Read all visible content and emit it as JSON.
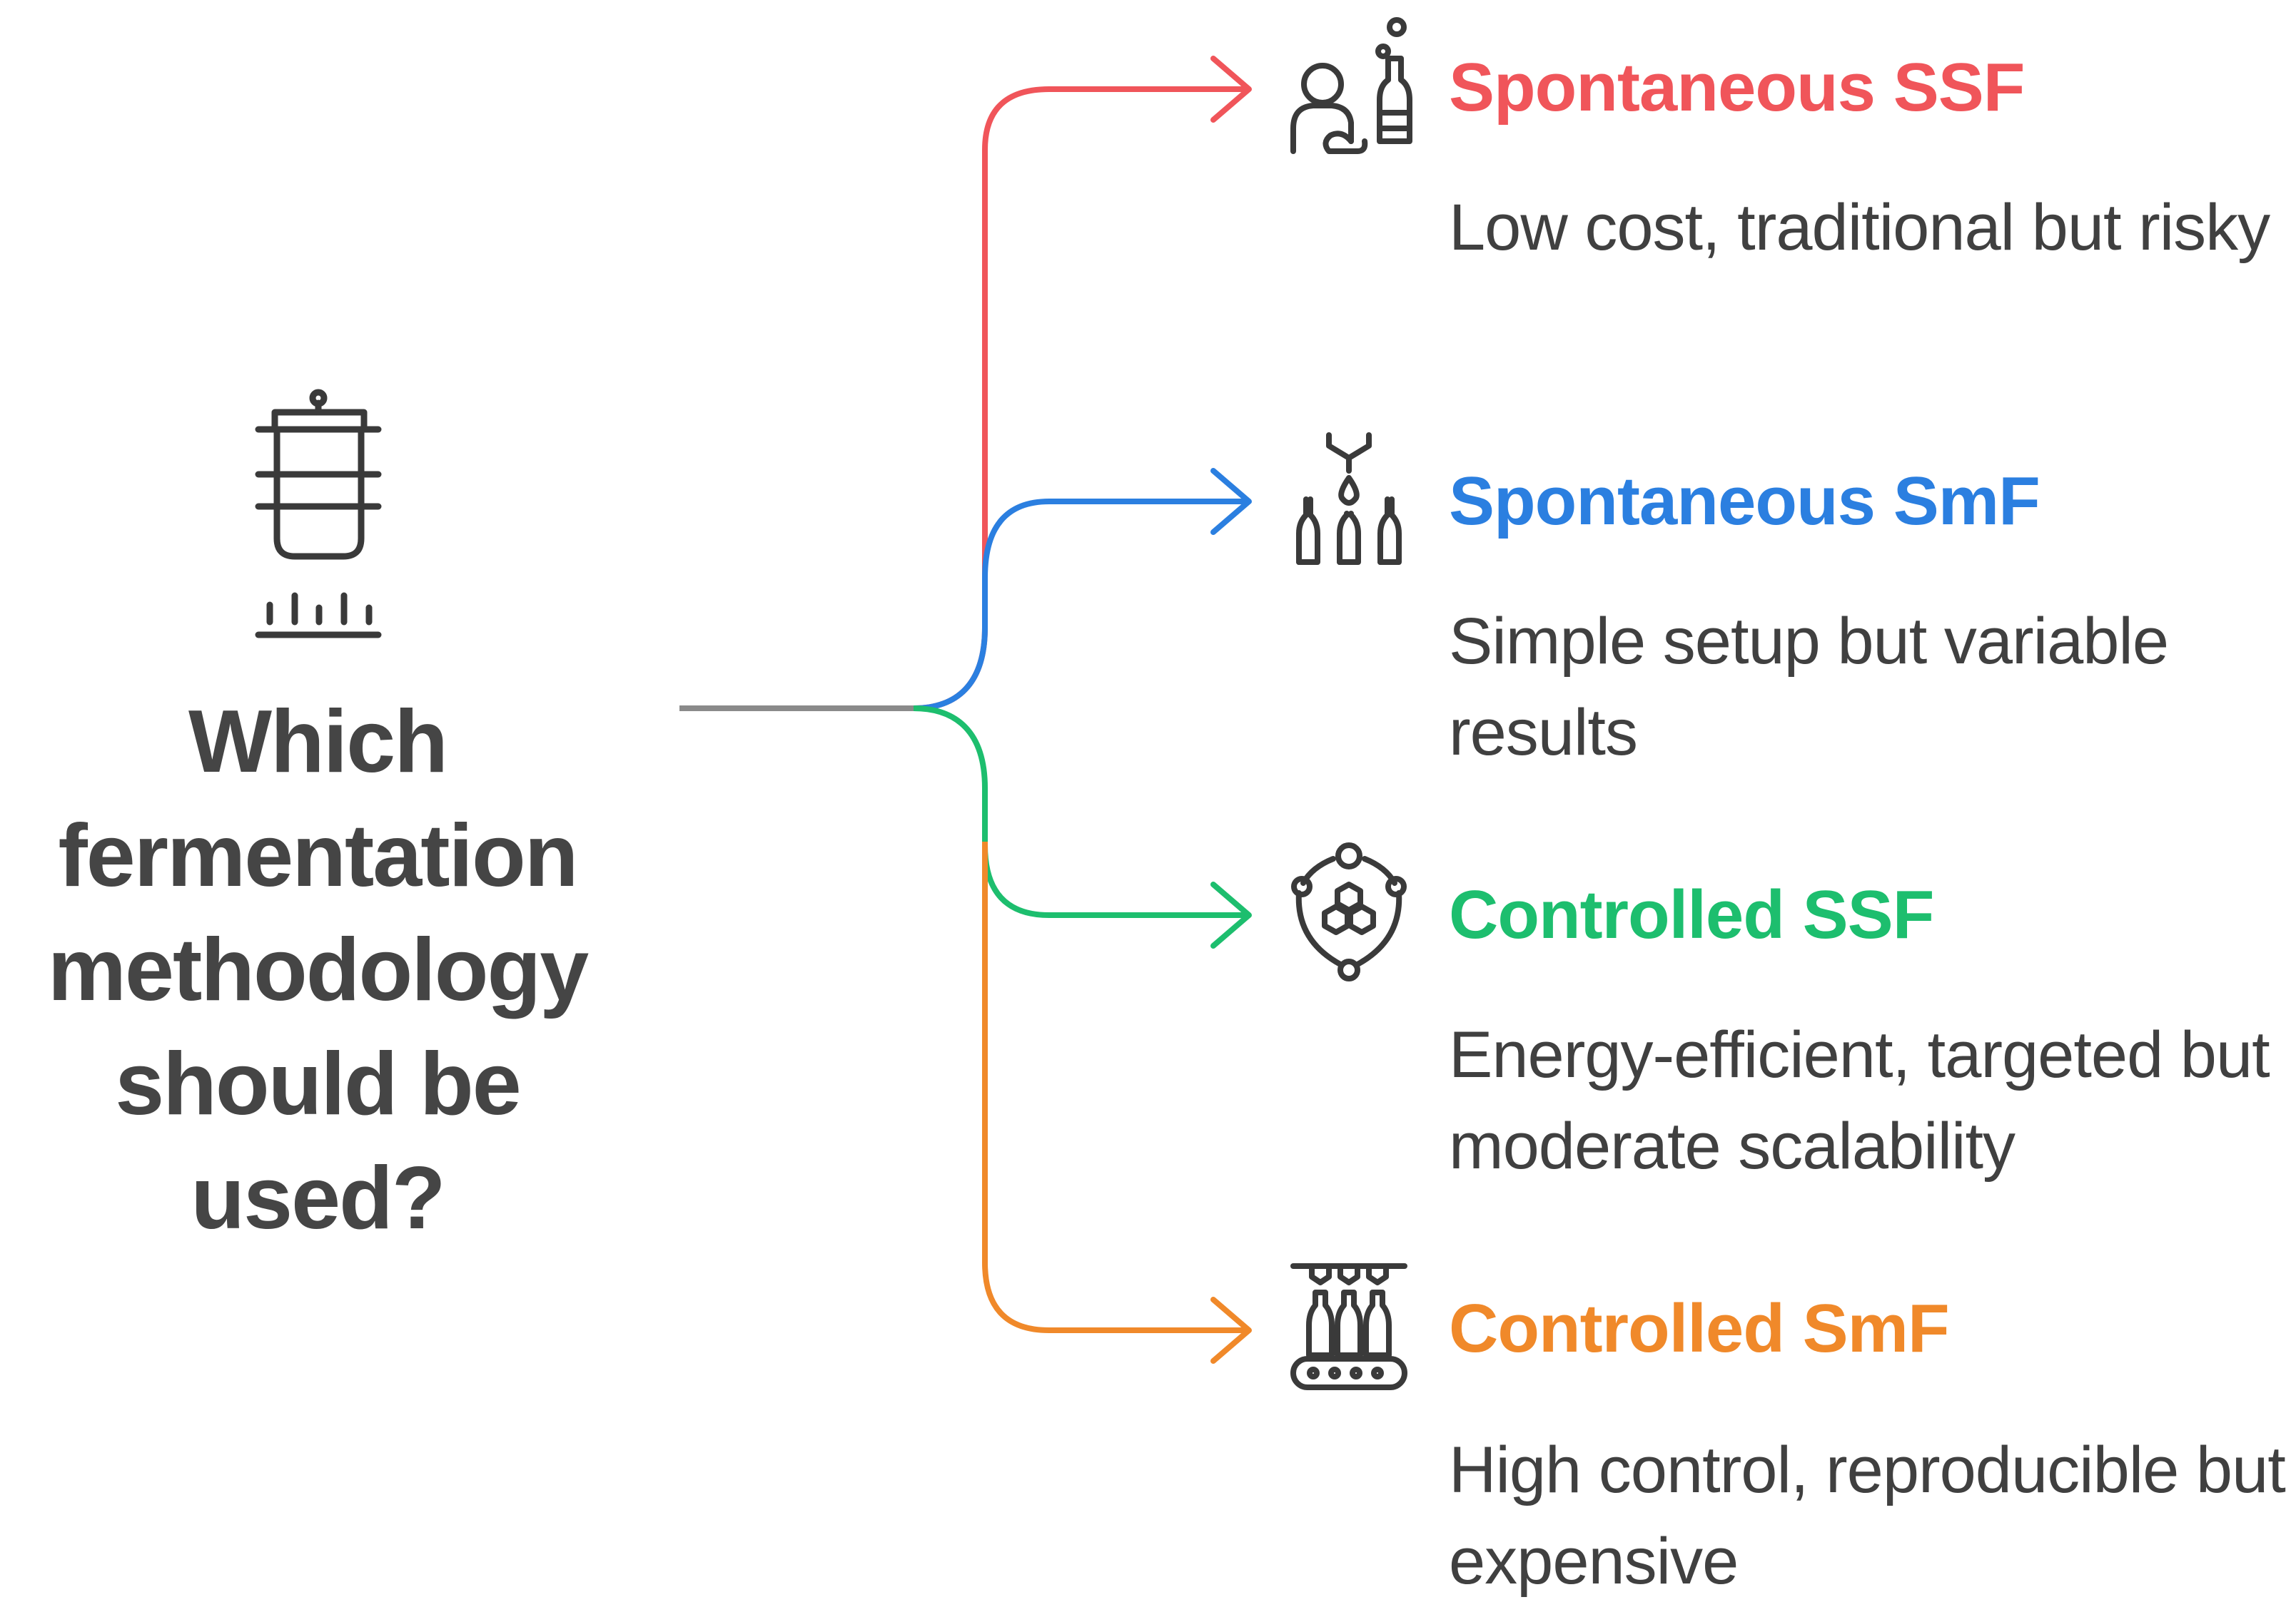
{
  "question": {
    "lines": [
      "Which",
      "fermentation",
      "methodology",
      "should be used?"
    ],
    "icon": "steaming-pot-icon"
  },
  "colors": {
    "stem": "#8a8a8a",
    "text": "#404040",
    "icon": "#3a3a3a"
  },
  "options": [
    {
      "title": "Spontaneous SSF",
      "description": "Low cost, traditional but risky",
      "color": "#f0555a",
      "icon": "person-bottle-icon"
    },
    {
      "title": "Spontaneous SmF",
      "description": "Simple setup but variable results",
      "color": "#2b7fe0",
      "icon": "dripping-bottles-icon"
    },
    {
      "title": "Controlled SSF",
      "description": "Energy-efficient, targeted but moderate scalability",
      "color": "#1dbe6e",
      "icon": "shield-hexagons-icon"
    },
    {
      "title": "Controlled SmF",
      "description": "High control, reproducible but expensive",
      "color": "#f0892a",
      "icon": "bottling-line-icon"
    }
  ]
}
